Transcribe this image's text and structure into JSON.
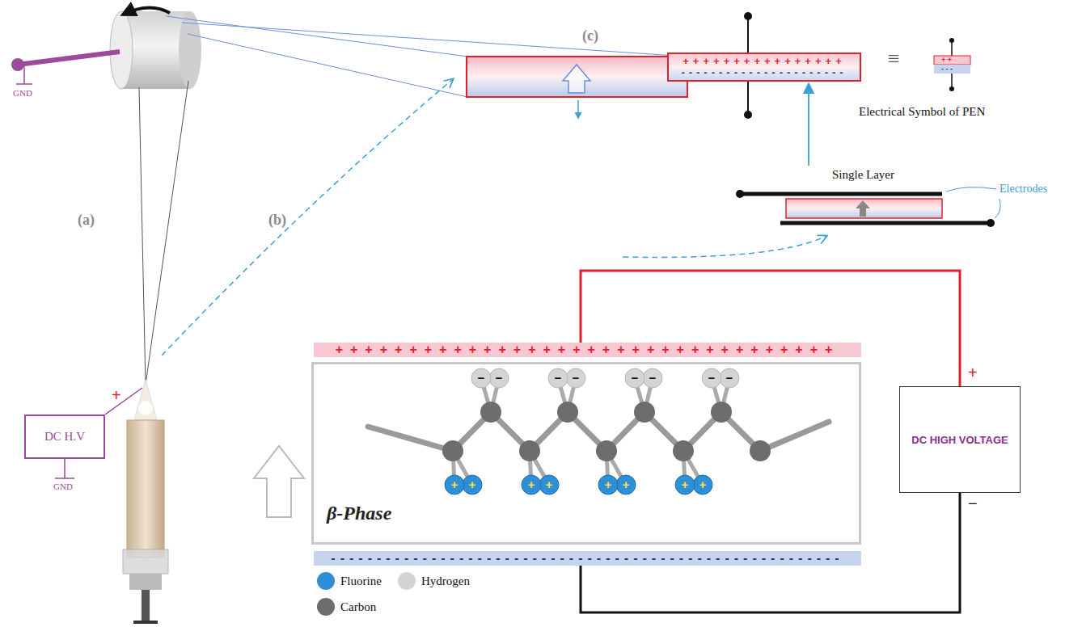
{
  "diagram": {
    "nodes": [
      {
        "text": [
          "DC H.V"
        ]
      },
      {
        "text": [
          "++++++++++++++++",
          "----------------------"
        ]
      },
      {
        "text": [
          "Single Layer"
        ]
      },
      {
        "text": [
          "++++++++++++++++++++++++++++++++++"
        ]
      },
      {
        "text": [
          "β-Phase"
        ]
      },
      {
        "text": [
          "--------------------------------------------------------"
        ]
      },
      {
        "text": [
          "DC HIGH VOLTAGE"
        ]
      }
    ],
    "edges": [
      {
        "from": 2,
        "to": 1,
        "arrow": "to"
      },
      {
        "from": 6,
        "to": 3,
        "arrow": "none"
      },
      {
        "from": 6,
        "to": 5,
        "arrow": "none"
      }
    ],
    "labels": [
      "(a)",
      "(b)",
      "(c)",
      "GND",
      "GND",
      "+",
      "Electrical Symbol of PEN",
      "≡",
      "+ +",
      "- - -",
      "Electrodes",
      "+",
      "−",
      "−",
      "−",
      "−",
      "−",
      "−",
      "−",
      "−",
      "−",
      "+",
      "+",
      "+",
      "+",
      "+",
      "+",
      "+",
      "+"
    ],
    "legend": [
      {
        "text": "Fluorine",
        "color": "#2f8fd6"
      },
      {
        "text": "Hydrogen",
        "color": "#d4d4d4"
      },
      {
        "text": "Carbon",
        "color": "#6d6d6d"
      }
    ]
  }
}
